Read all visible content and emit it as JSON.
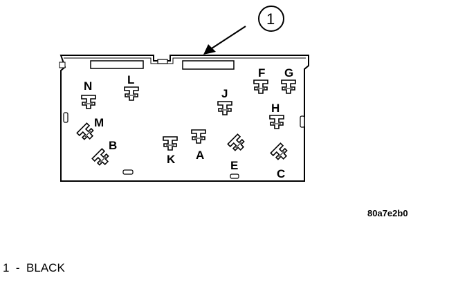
{
  "diagram": {
    "callout_number": "1",
    "figure_code": "80a7e2b0",
    "terminals": [
      "N",
      "L",
      "F",
      "G",
      "J",
      "H",
      "M",
      "B",
      "K",
      "A",
      "E",
      "C"
    ]
  },
  "legend": {
    "number": "1",
    "separator": "-",
    "text": "BLACK"
  }
}
